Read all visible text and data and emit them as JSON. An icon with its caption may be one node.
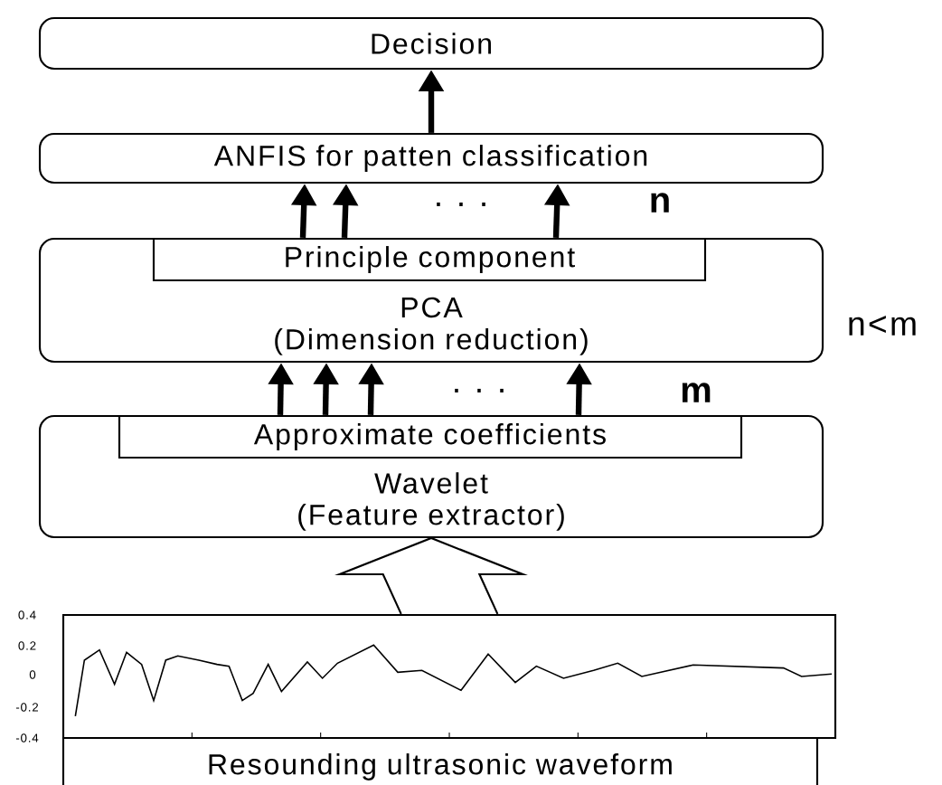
{
  "diagram": {
    "nodes": [
      {
        "text": [
          "Decision"
        ]
      },
      {
        "text": [
          "ANFIS for patten classification"
        ]
      },
      {
        "text": [
          "PCA",
          "(Dimension reduction)"
        ]
      },
      {
        "text": [
          "Principle component"
        ],
        "in": 2
      },
      {
        "text": [
          "Wavelet",
          "(Feature extractor)"
        ]
      },
      {
        "text": [
          "Approximate coefficients"
        ],
        "in": 4
      },
      {
        "text": [],
        "shape": "picture"
      },
      {
        "text": [
          "Resounding ultrasonic waveform"
        ]
      }
    ],
    "edges": [
      {
        "from": 1,
        "to": 0,
        "arrow": "to"
      },
      {
        "from": 3,
        "to": 1,
        "arrow": "to"
      },
      {
        "from": 3,
        "to": 1,
        "arrow": "to"
      },
      {
        "from": 3,
        "to": 1,
        "arrow": "to"
      },
      {
        "from": 5,
        "to": 2,
        "arrow": "to"
      },
      {
        "from": 5,
        "to": 2,
        "arrow": "to"
      },
      {
        "from": 5,
        "to": 2,
        "arrow": "to"
      },
      {
        "from": 5,
        "to": 2,
        "arrow": "to"
      },
      {
        "from": 6,
        "to": 4,
        "arrow": "to",
        "style": "thick"
      }
    ],
    "labels": [
      "· · ·",
      "n",
      "n<m",
      "· · ·",
      "m",
      "0.4",
      "0.2",
      "0",
      "-0.2",
      "-0.4"
    ]
  }
}
